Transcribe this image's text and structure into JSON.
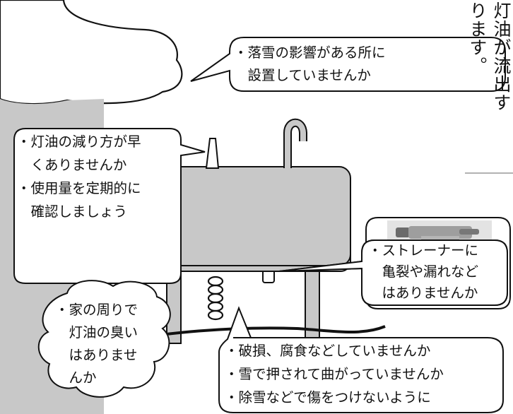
{
  "side_text": {
    "col1": "灯油が流出す",
    "col2": "ります。"
  },
  "callouts": {
    "snow": {
      "lines": [
        "・落雪の影響がある所に",
        "　設置していませんか"
      ]
    },
    "kerosene_usage": {
      "lines": [
        "・灯油の減り方が早",
        "　くありませんか",
        "・使用量を定期的に",
        "　確認しましょう"
      ]
    },
    "strainer": {
      "lines": [
        "・ストレーナーに",
        "　亀裂や漏れなど",
        "　はありませんか"
      ]
    },
    "smell": {
      "lines": [
        "・家の周りで",
        "　灯油の臭い",
        "　はありませ",
        "　んか"
      ]
    },
    "pipe": {
      "lines": [
        "・破損、腐食などしていませんか",
        "・雪で押されて曲がっていませんか",
        "・除雪などで傷をつけないように"
      ]
    }
  },
  "photo": {
    "subject": "strainer-photo"
  }
}
